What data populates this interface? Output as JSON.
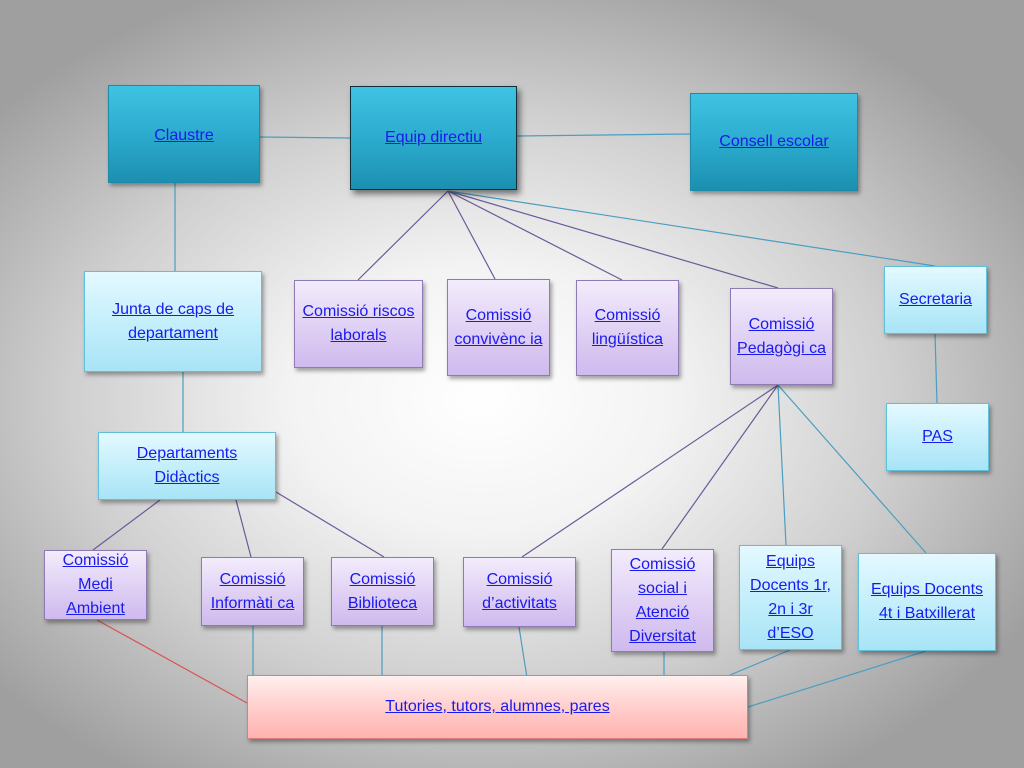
{
  "nodes": {
    "claustre": "Claustre",
    "equip_directiu": "Equip directiu",
    "consell_escolar": "Consell escolar",
    "junta_caps": "Junta de caps de departament",
    "riscos": "Comissió riscos laborals",
    "convivencia": "Comissió convivènc ia",
    "linguistica": "Comissió lingüística",
    "pedagogica": "Comissió Pedagògi ca",
    "secretaria": "Secretaria",
    "pas": "PAS",
    "departaments": "Departaments Didàctics",
    "medi_ambient": "Comissió Medi Ambient",
    "informatica": "Comissió Informàti ca",
    "biblioteca": "Comissió Biblioteca",
    "activitats": "Comissió d’activitats",
    "atencio": "Comissió social i Atenció Diversitat",
    "equips_eso": "Equips Docents 1r, 2n i 3r d’ESO",
    "equips_batx": "Equips Docents 4t i Batxillerat",
    "tutories": "Tutories, tutors, alumnes, pares"
  },
  "colors": {
    "teal": "#2aa9cc",
    "light_blue": "#c2eefb",
    "lavender": "#ddcdf3",
    "pink": "#ffc9c6",
    "link_text": "#1a1aee",
    "connector_blue": "#4a9ec0",
    "connector_purple": "#6b5a9a",
    "connector_red": "#d9534f"
  }
}
